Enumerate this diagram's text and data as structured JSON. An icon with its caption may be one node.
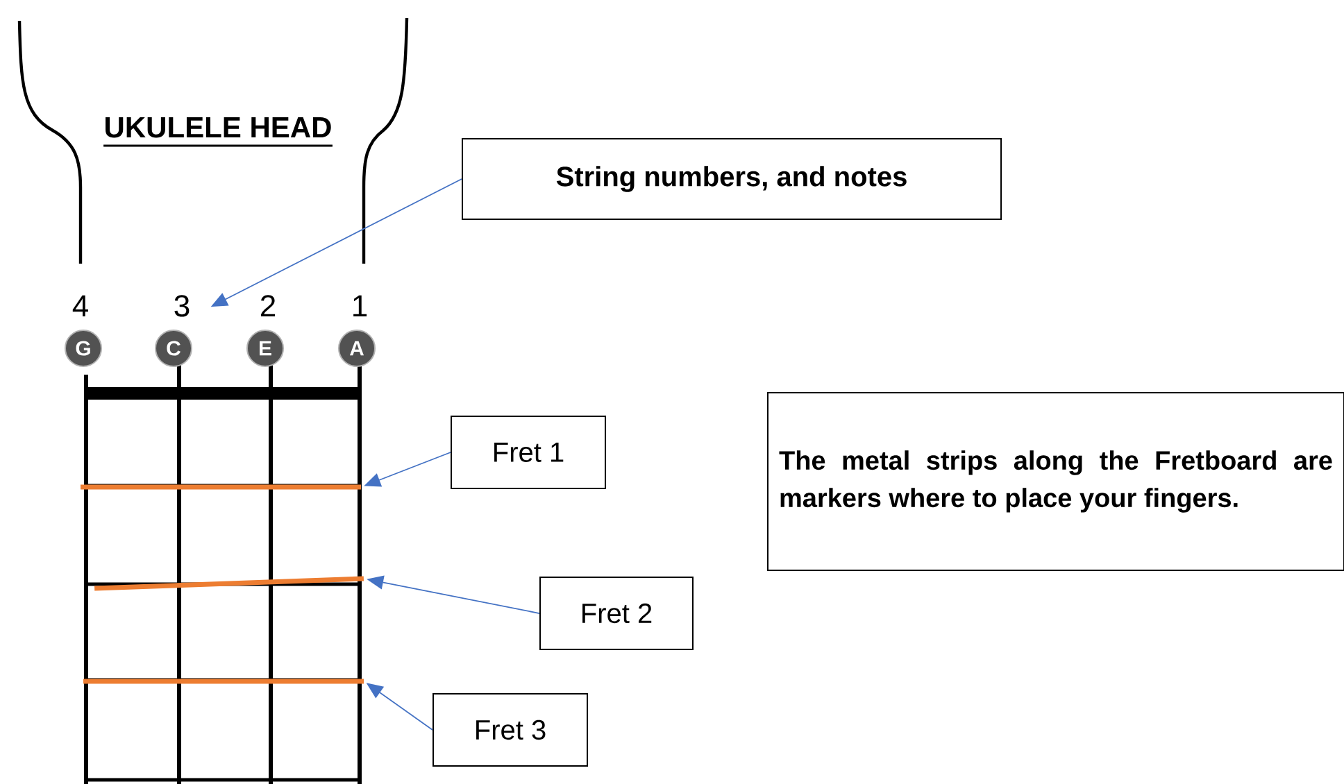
{
  "diagram": {
    "nodes": [
      {
        "text": [
          "String numbers, and notes"
        ]
      },
      {
        "text": [
          "G"
        ]
      },
      {
        "text": [
          "C"
        ]
      },
      {
        "text": [
          "E"
        ]
      },
      {
        "text": [
          "A"
        ]
      },
      {
        "text": [
          "Fret 1"
        ]
      },
      {
        "text": [
          "The metal strips along the Fretboard are markers where to place your fingers."
        ]
      },
      {
        "text": [
          "Fret 2"
        ]
      },
      {
        "text": [
          "Fret 3"
        ]
      },
      {
        "text": [],
        "shape": "bar"
      },
      {
        "text": [],
        "shape": "bar"
      },
      {
        "text": [],
        "shape": "bar"
      }
    ],
    "edges": [
      {
        "from": 0,
        "to": null,
        "arrow": "to"
      },
      {
        "from": 5,
        "to": 9,
        "arrow": "to"
      },
      {
        "from": 7,
        "to": 10,
        "arrow": "to"
      },
      {
        "from": 8,
        "to": 11,
        "arrow": "to"
      }
    ],
    "labels": [
      "UKULELE HEAD",
      "4",
      "3",
      "2",
      "1"
    ]
  }
}
